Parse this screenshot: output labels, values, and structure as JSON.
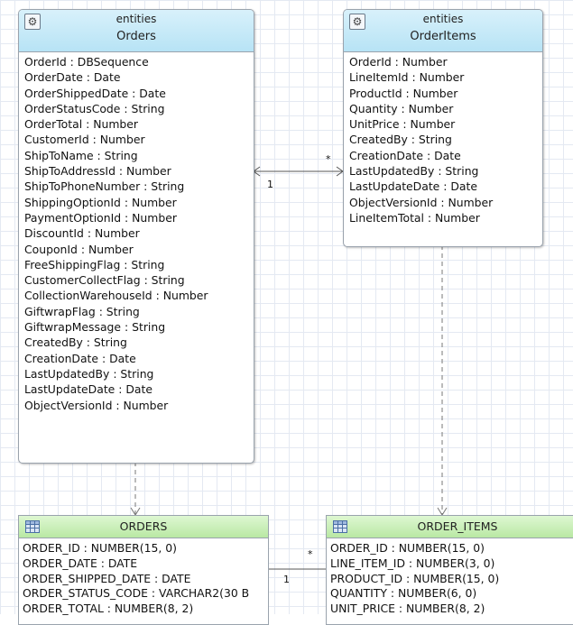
{
  "orders_entity": {
    "stereotype": "entities",
    "name": "Orders",
    "attributes": [
      "OrderId  : DBSequence",
      "OrderDate  : Date",
      "OrderShippedDate  : Date",
      "OrderStatusCode  : String",
      "OrderTotal  : Number",
      "CustomerId  : Number",
      "ShipToName  : String",
      "ShipToAddressId  : Number",
      "ShipToPhoneNumber  : String",
      "ShippingOptionId  : Number",
      "PaymentOptionId  : Number",
      "DiscountId  : Number",
      "CouponId  : Number",
      "FreeShippingFlag  : String",
      "CustomerCollectFlag  : String",
      "CollectionWarehouseId  : Number",
      "GiftwrapFlag  : String",
      "GiftwrapMessage  : String",
      "CreatedBy  : String",
      "CreationDate  : Date",
      "LastUpdatedBy  : String",
      "LastUpdateDate  : Date",
      "ObjectVersionId  : Number"
    ]
  },
  "orderitems_entity": {
    "stereotype": "entities",
    "name": "OrderItems",
    "attributes": [
      "OrderId  : Number",
      "LineItemId  : Number",
      "ProductId  : Number",
      "Quantity  : Number",
      "UnitPrice  : Number",
      "CreatedBy  : String",
      "CreationDate  : Date",
      "LastUpdatedBy  : String",
      "LastUpdateDate  : Date",
      "ObjectVersionId  : Number",
      "LineItemTotal  : Number"
    ]
  },
  "orders_table": {
    "name": "ORDERS",
    "columns": [
      "ORDER_ID : NUMBER(15, 0)",
      "ORDER_DATE : DATE",
      "ORDER_SHIPPED_DATE : DATE",
      "ORDER_STATUS_CODE : VARCHAR2(30 B",
      "ORDER_TOTAL : NUMBER(8, 2)"
    ]
  },
  "order_items_table": {
    "name": "ORDER_ITEMS",
    "columns": [
      "ORDER_ID : NUMBER(15, 0)",
      "LINE_ITEM_ID : NUMBER(3, 0)",
      "PRODUCT_ID : NUMBER(15, 0)",
      "QUANTITY : NUMBER(6, 0)",
      "UNIT_PRICE : NUMBER(8, 2)"
    ]
  },
  "entity_association": {
    "source_multiplicity": "1",
    "target_multiplicity": "*"
  },
  "table_fk": {
    "source_multiplicity": "1",
    "target_multiplicity": "*"
  }
}
